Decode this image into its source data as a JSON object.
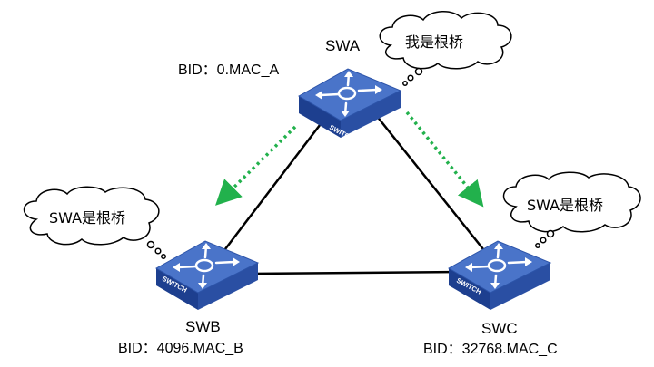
{
  "switches": {
    "swa": {
      "name": "SWA",
      "bid": "BID：0.MAC_A",
      "thought": "我是根桥",
      "device_label": "SWITCH"
    },
    "swb": {
      "name": "SWB",
      "bid": "BID：4096.MAC_B",
      "thought": "SWA是根桥",
      "device_label": "SWITCH"
    },
    "swc": {
      "name": "SWC",
      "bid": "BID：32768.MAC_C",
      "thought": "SWA是根桥",
      "device_label": "SWITCH"
    }
  },
  "colors": {
    "switch_top": "#4a74c9",
    "switch_side": "#1d3f8f",
    "link": "#000000",
    "bpdu_arrow": "#22b14c",
    "bubble_stroke": "#000000",
    "bubble_fill": "#ffffff"
  },
  "icons": {
    "switch": "switch-icon",
    "bpdu_arrow": "dotted-arrow",
    "thought": "thought-bubble"
  }
}
